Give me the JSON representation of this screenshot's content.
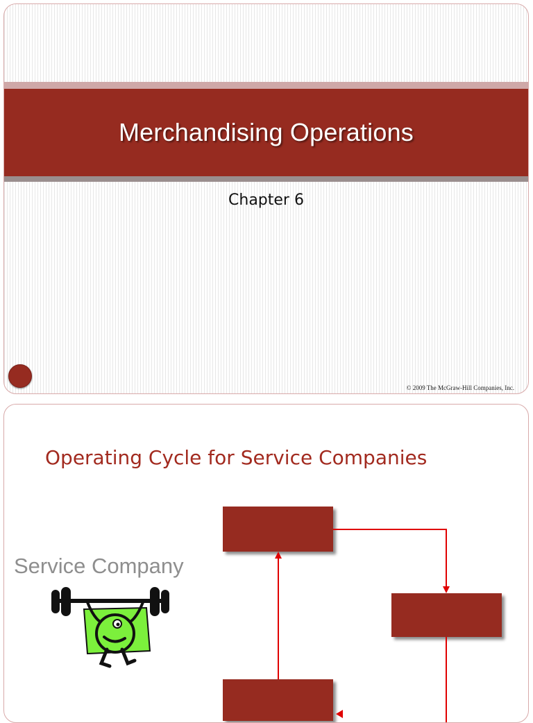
{
  "slide1": {
    "title": "Merchandising Operations",
    "subtitle": "Chapter 6",
    "copyright": "© 2009  The McGraw-Hill Companies, Inc.",
    "colors": {
      "band": "#962b20",
      "accent_strip": "#cfa8a8"
    }
  },
  "slide2": {
    "title": "Operating Cycle for Service Companies",
    "company_label": "Service Company",
    "colors": {
      "box": "#962b20",
      "arrow": "#e00000",
      "title": "#a22a1f"
    },
    "icons": [
      "weightlifter-clipart"
    ]
  }
}
